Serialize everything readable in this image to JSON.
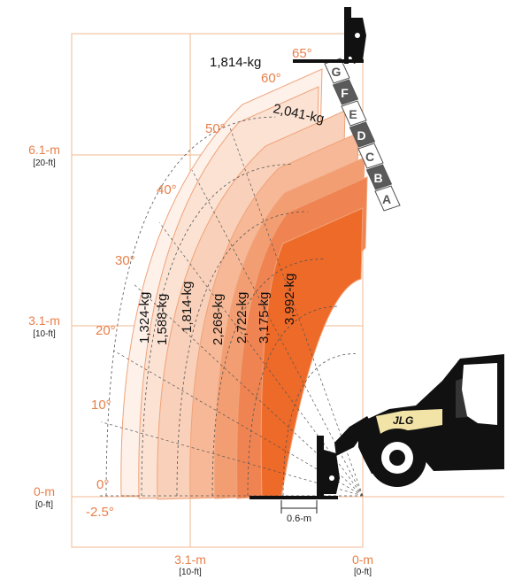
{
  "axes": {
    "height_ticks": [
      {
        "metric": "6.1-m",
        "imperial": "[20-ft]"
      },
      {
        "metric": "3.1-m",
        "imperial": "[10-ft]"
      },
      {
        "metric": "0-m",
        "imperial": "[0-ft]"
      }
    ],
    "reach_ticks": [
      {
        "metric": "3.1-m",
        "imperial": "[10-ft]"
      },
      {
        "metric": "0-m",
        "imperial": "[0-ft]"
      }
    ]
  },
  "angles": [
    "65°",
    "60°",
    "50°",
    "40°",
    "30°",
    "20°",
    "10°",
    "0°",
    "-2.5°"
  ],
  "load_zones": [
    {
      "label": "1,324-kg"
    },
    {
      "label": "1,588-kg"
    },
    {
      "label": "1,814-kg"
    },
    {
      "label": "2,268-kg"
    },
    {
      "label": "2,722-kg"
    },
    {
      "label": "3,175-kg"
    },
    {
      "label": "3,992-kg"
    }
  ],
  "top_loads": [
    "1,814-kg",
    "2,041-kg"
  ],
  "boom_sections": [
    "G",
    "F",
    "E",
    "D",
    "C",
    "B",
    "A"
  ],
  "fork_dimension": "0.6-m",
  "brand": "JLG",
  "colors": {
    "orange": "#e8804a",
    "zone_fills": [
      "#fdf1ea",
      "#fbe2d3",
      "#f9d0b9",
      "#f6b896",
      "#f29e72",
      "#ef8452",
      "#ee6a28"
    ],
    "boom_dark": "#5a5a5a",
    "boom_light": "#ffffff",
    "machine_yellow": "#f2e3a6",
    "machine_black": "#111111"
  }
}
